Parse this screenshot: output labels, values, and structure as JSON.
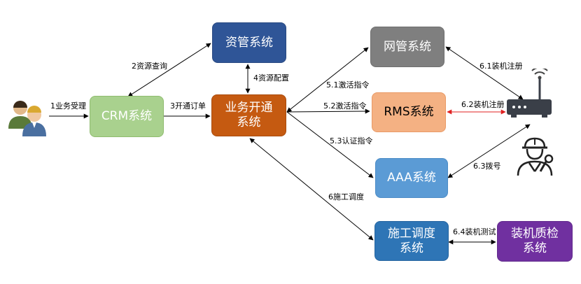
{
  "nodes": {
    "crm": {
      "label": "CRM系统",
      "color": "#a9d18e",
      "border": "#8fbc6f"
    },
    "resource": {
      "label": "资管系统",
      "color": "#2f5597",
      "border": "#2a4a82"
    },
    "service": {
      "label": "业务开通\n系统",
      "color": "#c55a11",
      "border": "#a94c0e"
    },
    "network": {
      "label": "网管系统",
      "color": "#7f7f7f",
      "border": "#6f6f6f"
    },
    "rms": {
      "label": "RMS系统",
      "color": "#f4b183",
      "border": "#e99a66",
      "text_color": "#000000"
    },
    "aaa": {
      "label": "AAA系统",
      "color": "#5b9bd5",
      "border": "#4c8cc6"
    },
    "construction": {
      "label": "施工调度\n系统",
      "color": "#2e75b6",
      "border": "#2766a0"
    },
    "quality": {
      "label": "装机质检\n系统",
      "color": "#7030a0",
      "border": "#612a8c"
    }
  },
  "edges": {
    "business_accept": "1业务受理",
    "resource_query": "2资源查询",
    "open_order": "3开通订单",
    "resource_config": "4资源配置",
    "activate_51": "5.1激活指令",
    "activate_52": "5.2激活指令",
    "auth_53": "5.3认证指令",
    "dispatch_6": "6施工调度",
    "register_61": "6.1装机注册",
    "register_62": "6.2装机注册",
    "dial_63": "6.3拨号",
    "test_64": "6.4装机测试"
  },
  "icons": [
    "users-icon",
    "router-icon",
    "technician-icon"
  ]
}
